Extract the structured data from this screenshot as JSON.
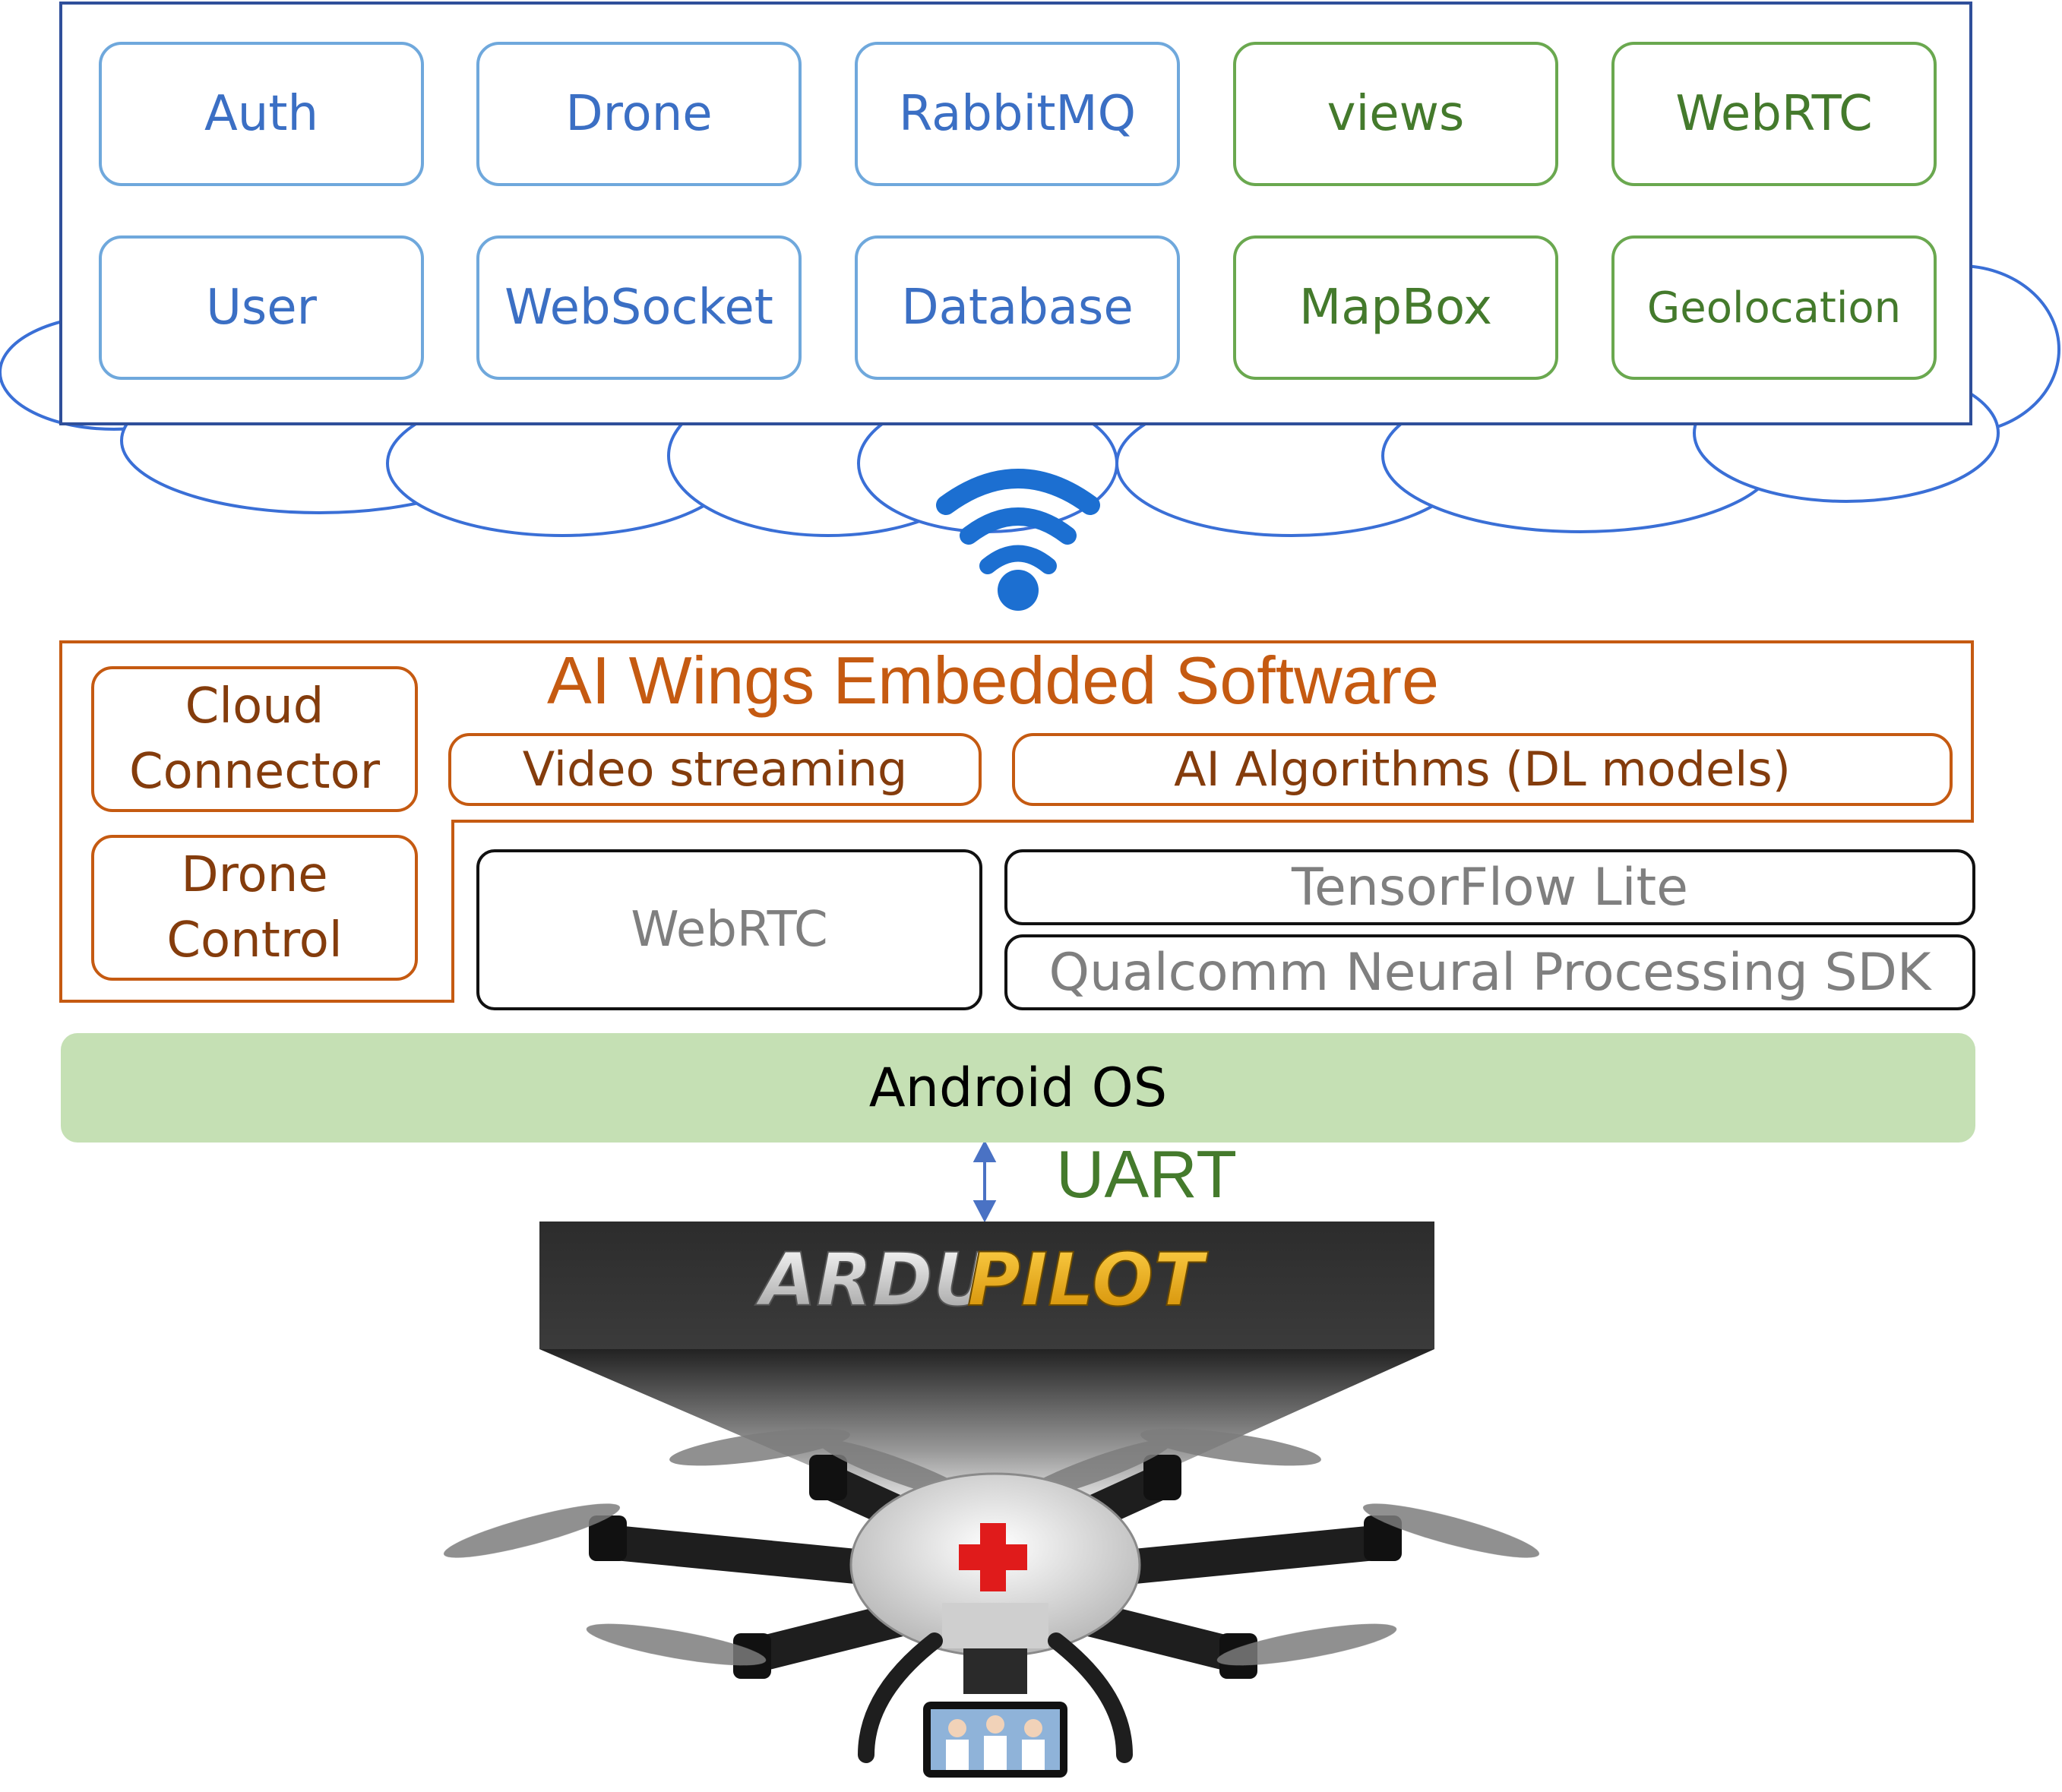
{
  "cloud": {
    "services": [
      {
        "label": "Auth",
        "color": "blue"
      },
      {
        "label": "Drone",
        "color": "blue"
      },
      {
        "label": "RabbitMQ",
        "color": "blue"
      },
      {
        "label": "views",
        "color": "green"
      },
      {
        "label": "WebRTC",
        "color": "green"
      },
      {
        "label": "User",
        "color": "blue"
      },
      {
        "label": "WebSocket",
        "color": "blue"
      },
      {
        "label": "Database",
        "color": "blue"
      },
      {
        "label": "MapBox",
        "color": "green"
      },
      {
        "label": "Geolocation",
        "color": "green"
      }
    ]
  },
  "embedded": {
    "title": "AI Wings Embedded Software",
    "cloud_connector": "Cloud Connector",
    "drone_control": "Drone Control",
    "video_streaming": "Video streaming",
    "ai_algorithms": "AI Algorithms (DL models)",
    "webrtc": "WebRTC",
    "tensorflow_lite": "TensorFlow Lite",
    "qualcomm_sdk": "Qualcomm Neural Processing SDK"
  },
  "android_os": "Android OS",
  "uart": "UART",
  "ardupilot_logo": {
    "part1": "ARDU",
    "part2": "PILOT"
  },
  "colors": {
    "blue_border": "#6fa8dc",
    "blue_text": "#3b6fc4",
    "green_border": "#6aa84f",
    "green_text": "#447a2c",
    "orange": "#c55a11",
    "android_fill": "#c5e0b4"
  }
}
